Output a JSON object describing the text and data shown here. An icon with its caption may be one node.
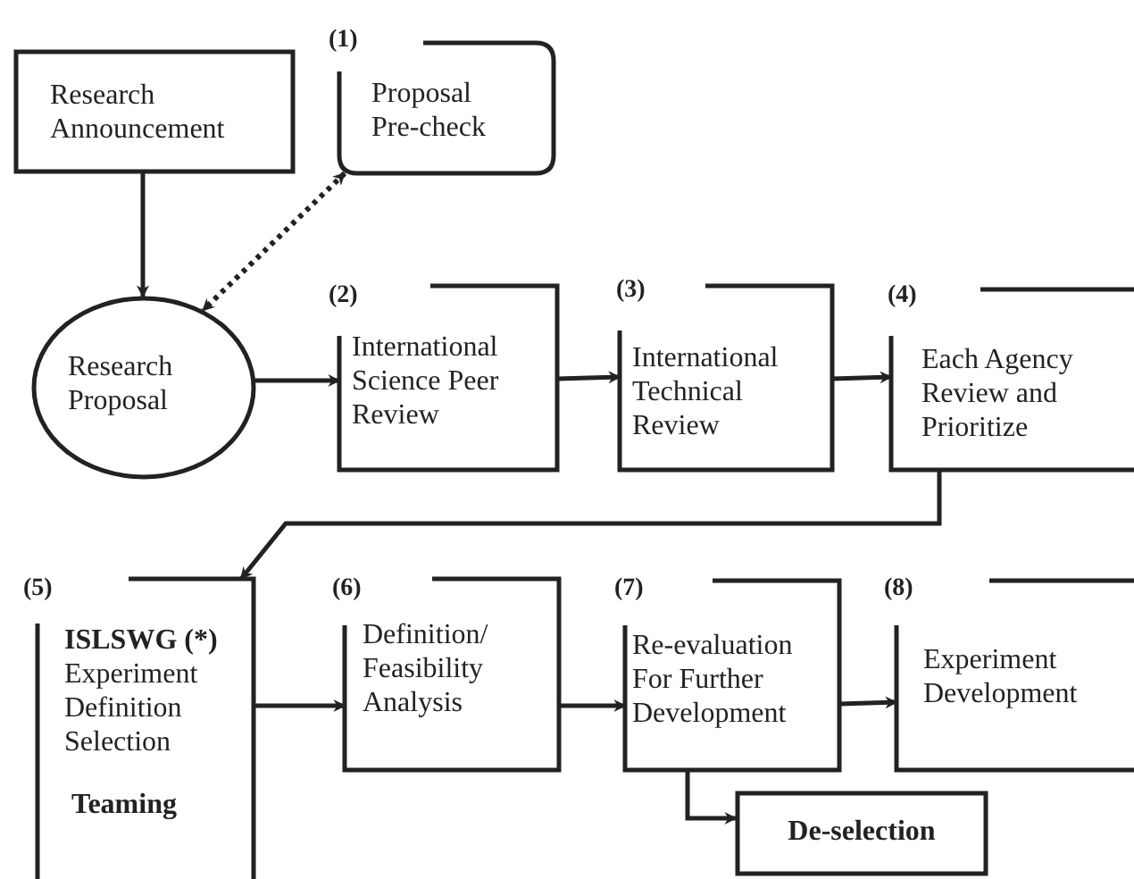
{
  "diagram": {
    "nodes": [
      {
        "text": [
          "Research Announcement"
        ]
      },
      {
        "text": [
          "(1)",
          "Proposal Pre-check"
        ]
      },
      {
        "text": [
          "Research Proposal"
        ]
      },
      {
        "text": [
          "(2)",
          "International Science Peer Review"
        ]
      },
      {
        "text": [
          "(3)",
          "International Technical Review"
        ]
      },
      {
        "text": [
          "(4)",
          "Each Agency Review and Prioritize"
        ]
      },
      {
        "text": [
          "(5)",
          "ISLSWG (*)",
          "Experiment Definition Selection",
          "Teaming"
        ]
      },
      {
        "text": [
          "(6)",
          "Definition/ Feasibility Analysis"
        ]
      },
      {
        "text": [
          "(7)",
          "Re-evaluation For Further Development"
        ]
      },
      {
        "text": [
          "(8)",
          "Experiment Development"
        ]
      },
      {
        "text": [
          "De-selection"
        ]
      }
    ],
    "edges": [
      {
        "from": 0,
        "to": 2,
        "arrow": "to"
      },
      {
        "from": 1,
        "to": 2,
        "arrow": "both",
        "style": "dashed"
      },
      {
        "from": 2,
        "to": 3,
        "arrow": "to"
      },
      {
        "from": 3,
        "to": 4,
        "arrow": "to"
      },
      {
        "from": 4,
        "to": 5,
        "arrow": "to"
      },
      {
        "from": 5,
        "to": 6,
        "arrow": "to"
      },
      {
        "from": 6,
        "to": 7,
        "arrow": "to"
      },
      {
        "from": 7,
        "to": 8,
        "arrow": "to"
      },
      {
        "from": 8,
        "to": 9,
        "arrow": "to"
      },
      {
        "from": 8,
        "to": 10,
        "arrow": "to"
      }
    ]
  }
}
